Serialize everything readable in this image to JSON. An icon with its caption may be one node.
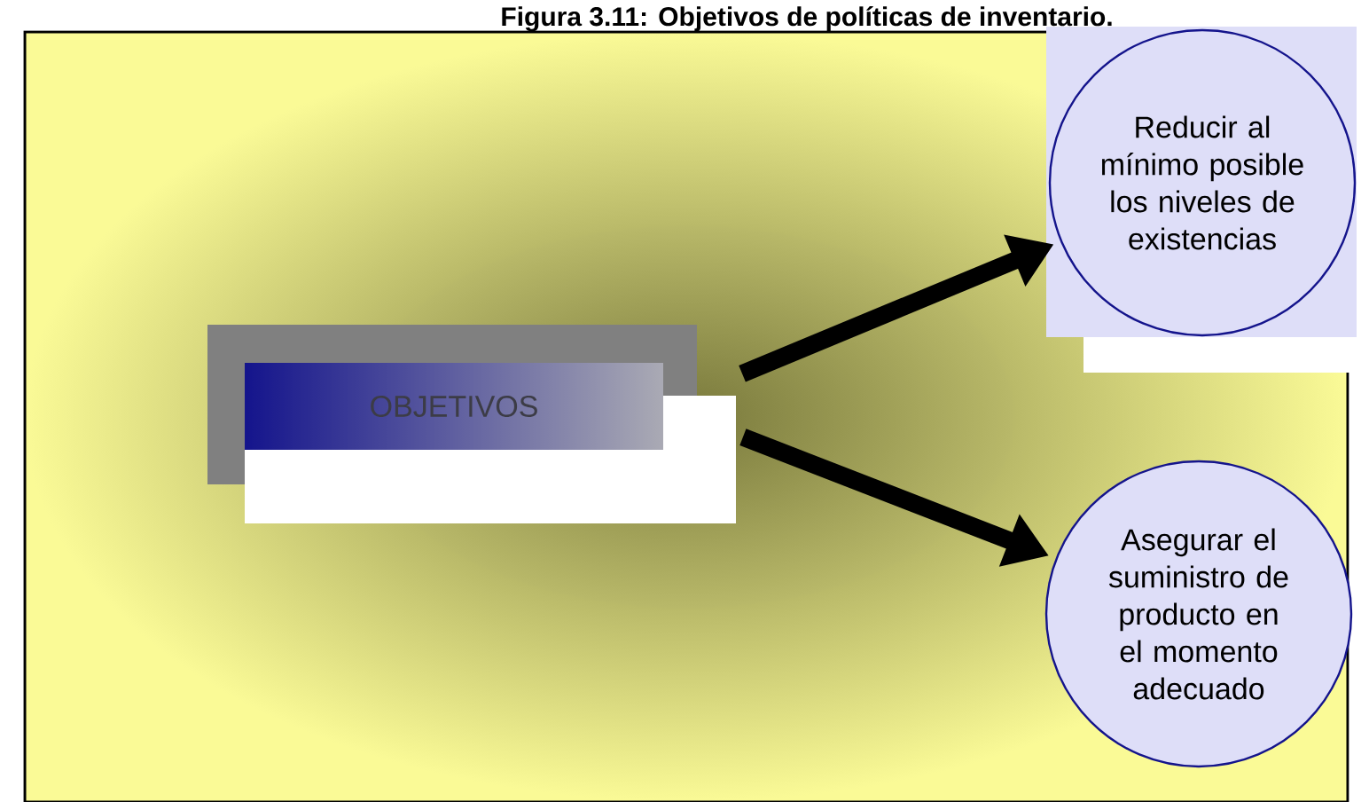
{
  "diagram": {
    "title": "Figura 3.11: Objetivos  de políticas de inventario.",
    "nodes": [
      {
        "text": [
          "OBJETIVOS"
        ]
      },
      {
        "text": [
          "Reducir al mínimo posible los niveles de existencias"
        ]
      },
      {
        "text": [
          "Asegurar el suministro de producto en el momento adecuado"
        ]
      }
    ],
    "edges": [
      {
        "from": 0,
        "to": 1,
        "arrow": "to"
      },
      {
        "from": 0,
        "to": 2,
        "arrow": "to"
      }
    ]
  }
}
